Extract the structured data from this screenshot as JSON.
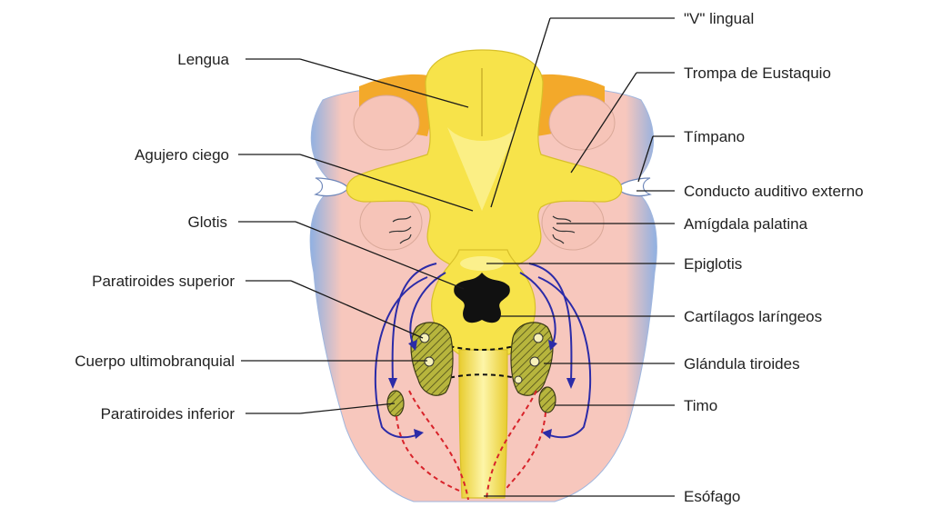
{
  "labels": {
    "left": {
      "lengua": "Lengua",
      "agujero_ciego": "Agujero ciego",
      "glotis": "Glotis",
      "paratiroides_superior": "Paratiroides superior",
      "cuerpo_ultimobranquial": "Cuerpo ultimobranquial",
      "paratiroides_inferior": "Paratiroides inferior"
    },
    "right": {
      "v_lingual": "\"V\" lingual",
      "trompa_eustaquio": "Trompa de Eustaquio",
      "timpano": "Tímpano",
      "conducto_auditivo": "Conducto auditivo externo",
      "amigdala_palatina": "Amígdala palatina",
      "epiglotis": "Epiglotis",
      "cartilagos_laringeos": "Cartílagos laríngeos",
      "glandula_tiroides": "Glándula tiroides",
      "timo": "Timo",
      "esofago": "Esófago"
    }
  },
  "colors": {
    "pharynx_wall": "#f7c7bd",
    "pharynx_edge_blue": "#7d9bd4",
    "tongue_yellow": "#f7e34a",
    "tongue_light": "#fbf08c",
    "orange": "#f3a92a",
    "glottis": "#111111",
    "gland_fill": "#a8a832",
    "migration_blue": "#2b2ba8",
    "migration_red": "#d8232a",
    "leader": "#1a1a1a"
  }
}
